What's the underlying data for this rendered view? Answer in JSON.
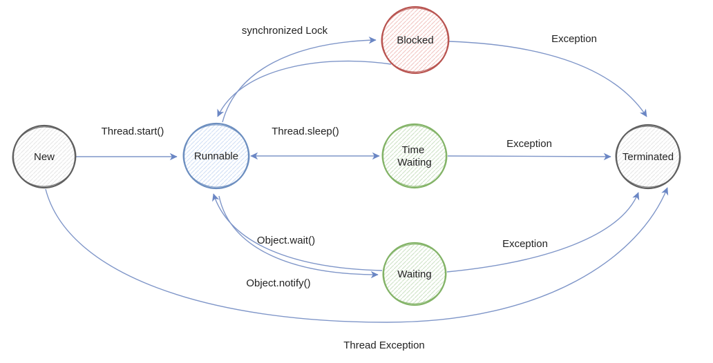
{
  "diagram": {
    "description": "Java thread lifecycle state diagram",
    "palette": {
      "arrow_line": "#7e95c8",
      "arrow_head": "#6a86c4",
      "text": "#222222",
      "gray_stroke": "#5f5f5f",
      "gray_hatch": "#e9e9e9",
      "blue_stroke": "#6c8ebf",
      "blue_hatch": "#d4e2f6",
      "red_stroke": "#b85450",
      "red_hatch": "#f3c9c6",
      "green_stroke": "#82b366",
      "green_hatch": "#d2e5cb"
    },
    "nodes": {
      "new": {
        "label": "New"
      },
      "runnable": {
        "label": "Runnable"
      },
      "blocked": {
        "label": "Blocked"
      },
      "time_waiting": {
        "label_line1": "Time",
        "label_line2": "Waiting"
      },
      "waiting": {
        "label": "Waiting"
      },
      "terminated": {
        "label": "Terminated"
      }
    },
    "edges": {
      "thread_start": {
        "label": "Thread.start()",
        "from": "New",
        "to": "Runnable"
      },
      "synchronized_lock": {
        "label": "synchronized Lock",
        "from": "Runnable",
        "to": "Blocked"
      },
      "blocked_return": {
        "label": "",
        "from": "Blocked",
        "to": "Runnable"
      },
      "blocked_exception": {
        "label": "Exception",
        "from": "Blocked",
        "to": "Terminated"
      },
      "thread_sleep": {
        "label": "Thread.sleep()",
        "from": "Runnable",
        "to": "Time Waiting",
        "bidirectional": "true"
      },
      "time_waiting_exception": {
        "label": "Exception",
        "from": "Time Waiting",
        "to": "Terminated"
      },
      "object_wait": {
        "label": "Object.wait()",
        "from": "Waiting",
        "to": "Runnable"
      },
      "object_notify": {
        "label": "Object.notify()",
        "from": "Runnable",
        "to": "Waiting"
      },
      "waiting_exception": {
        "label": "Exception",
        "from": "Waiting",
        "to": "Terminated"
      },
      "thread_exception": {
        "label": "Thread Exception",
        "from": "New",
        "to": "Terminated"
      }
    }
  }
}
